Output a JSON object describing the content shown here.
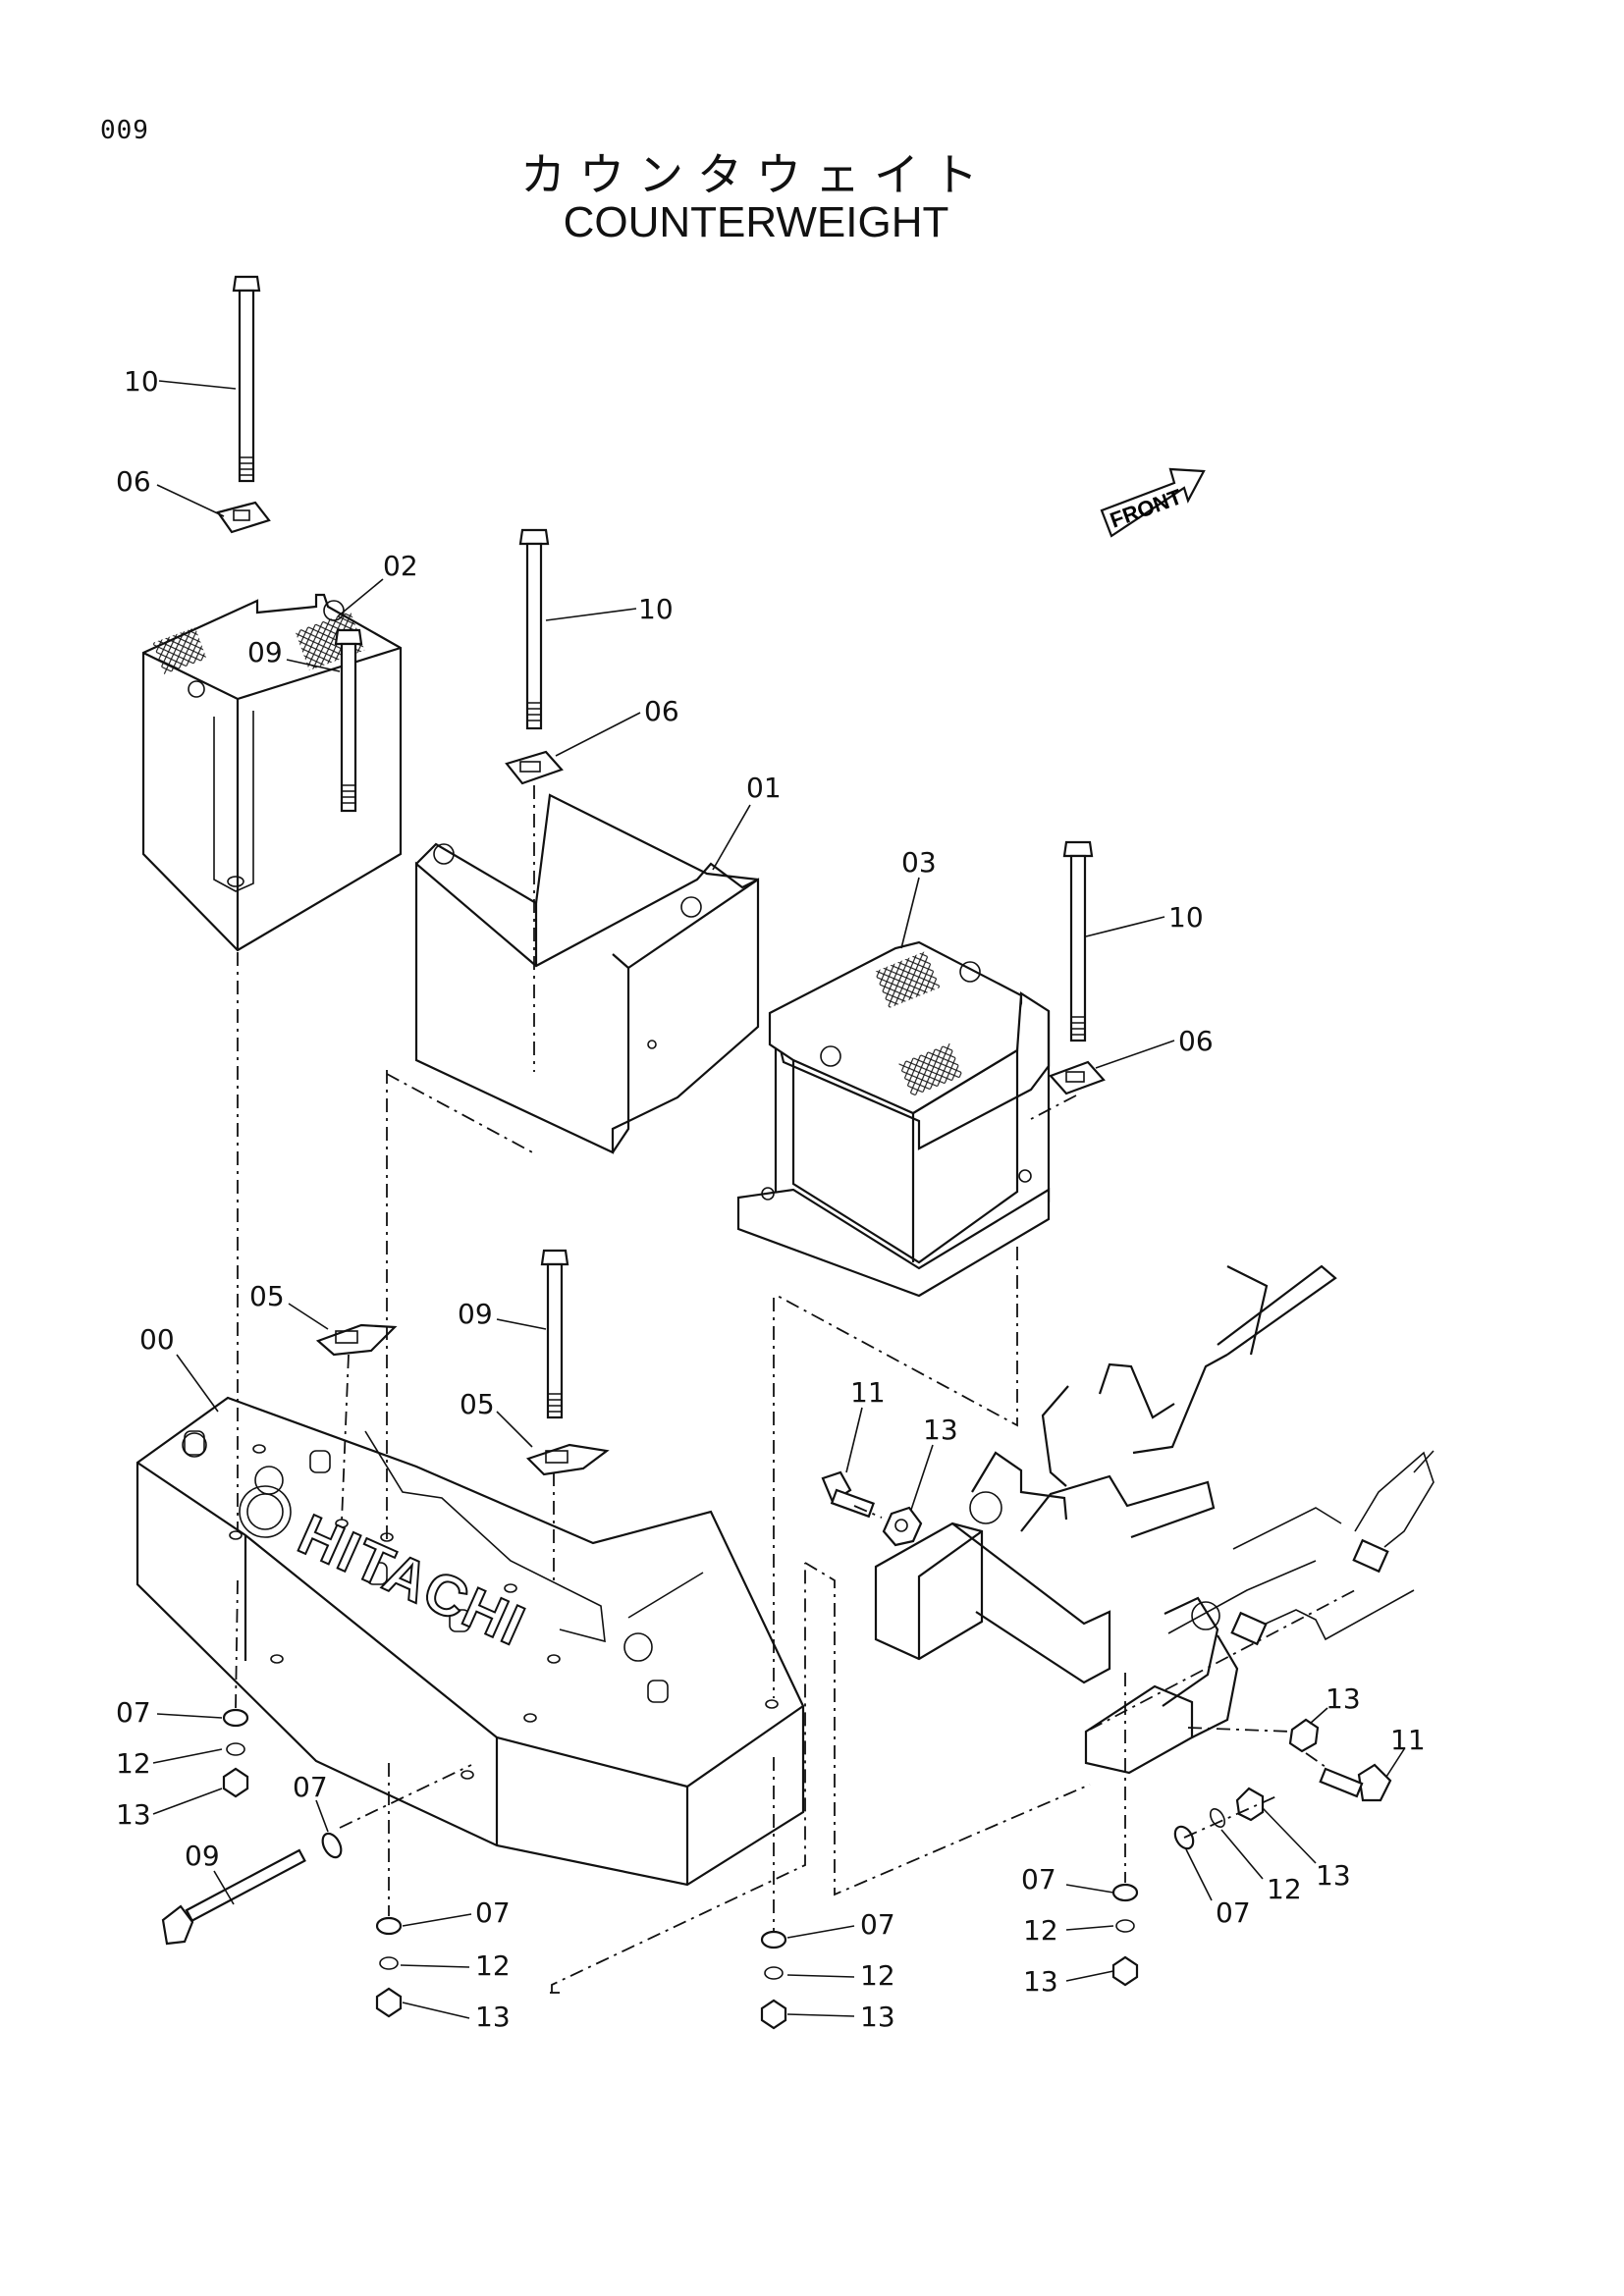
{
  "page_number": "009",
  "title_jp": "カウンタウェイト",
  "title_en": "COUNTERWEIGHT",
  "front_marker": "FRONT",
  "brand_logo_text": "HITACHI",
  "callouts": {
    "c10a": "10",
    "c06a": "06",
    "c02": "02",
    "c10b": "10",
    "c06b": "06",
    "c01": "01",
    "c03": "03",
    "c10c": "10",
    "c06c": "06",
    "c09a": "09",
    "c05a": "05",
    "c00": "00",
    "c09b": "09",
    "c05b": "05",
    "c11a": "11",
    "c13a": "13",
    "c07a": "07",
    "c12a": "12",
    "c13b": "13",
    "c07b": "07",
    "c09c": "09",
    "c07c": "07",
    "c12b": "12",
    "c13c": "13",
    "c07d": "07",
    "c12c": "12",
    "c13d": "13",
    "c13e": "13",
    "c11b": "11",
    "c13f": "13",
    "c12d": "12",
    "c07e": "07",
    "c07f": "07",
    "c12e": "12",
    "c13g": "13"
  }
}
